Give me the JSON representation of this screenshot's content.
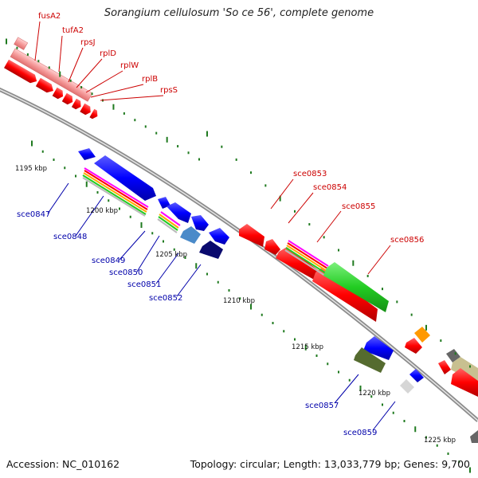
{
  "title": "Sorangium cellulosum 'So ce 56', complete genome",
  "footer": {
    "accession": "Accession: NC_010162",
    "summary": "Topology: circular; Length: 13,033,779 bp; Genes: 9,700"
  },
  "gene_labels_top": [
    "fusA2",
    "tufA2",
    "rpsJ",
    "rplD",
    "rplW",
    "rplB",
    "rpsS"
  ],
  "gene_labels_left": [
    "sce0847",
    "sce0848",
    "sce0849",
    "sce0850",
    "sce0851",
    "sce0852"
  ],
  "gene_labels_right": [
    "sce0853",
    "sce0854",
    "sce0855",
    "sce0856"
  ],
  "gene_labels_bottom": [
    "sce0857",
    "sce0859"
  ],
  "kbp_labels": [
    "1195 kbp",
    "1200 kbp",
    "1205 kbp",
    "1210 kbp",
    "1215 kbp",
    "1220 kbp",
    "1225 kbp"
  ],
  "colors": {
    "forward_gene": "#ff0000",
    "reverse_gene": "#0000ff",
    "top_label": "#cc0000",
    "bottom_label": "#0000aa",
    "backbone": "#8c8c8c",
    "tick": "#1f7a1f"
  }
}
